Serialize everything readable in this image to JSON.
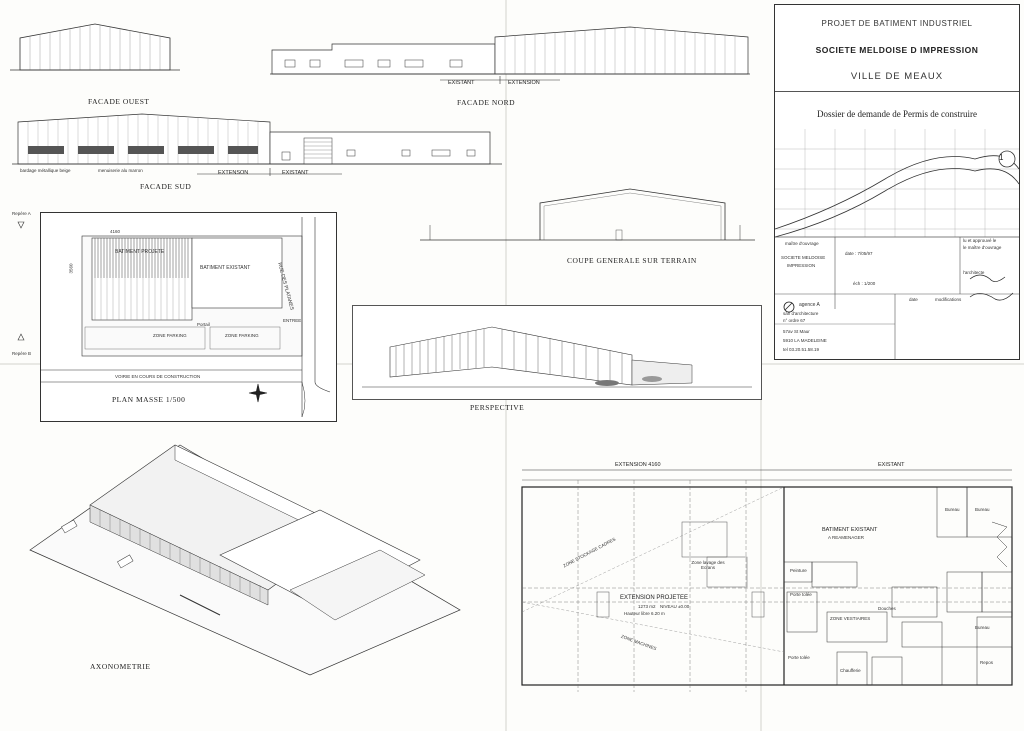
{
  "title_block": {
    "project": "PROJET DE BATIMENT INDUSTRIEL",
    "company": "SOCIETE MELDOISE D IMPRESSION",
    "city": "VILLE DE MEAUX",
    "dossier": "Dossier de demande de Permis de construire",
    "sheet_number": "1",
    "owner_label": "maître d'ouvrage",
    "owner_name_1": "SOCIETE MELDOISE",
    "owner_name_2": "IMPRESSION",
    "date": "date : 7/05/97",
    "scale": "éch : 1/200",
    "approval": "lu et approuvé le",
    "approval_2": "le maître d'ouvrage",
    "architect_sig": "l'architecte",
    "rev_date": "date",
    "rev_mod": "modifications",
    "agency": "agence A",
    "agency_sub": "sarl d'architecture",
    "agency_order": "n° ordre 67",
    "address_1": "57av St Maur",
    "address_2": "5910 LA MADELEINE",
    "phone": "tel 03.20.51.58.19"
  },
  "drawings": {
    "facade_ouest": "FACADE OUEST",
    "facade_nord": "FACADE NORD",
    "facade_sud": "FACADE SUD",
    "coupe": "COUPE GENERALE SUR TERRAIN",
    "plan_masse": "PLAN MASSE 1/500",
    "perspective": "PERSPECTIVE",
    "axonometrie": "AXONOMETRIE"
  },
  "labels": {
    "existant": "EXISTANT",
    "extension": "EXTENSION",
    "extenson": "EXTENSON",
    "bardage": "bardage métallique beige",
    "menuiserie": "menuiserie alu marron",
    "batiment_projete": "BATIMENT PROJETE",
    "batiment_existant": "BATIMENT EXISTANT",
    "rue": "RUE DES PLATANES",
    "voirie": "VOIRIE EN COURS DE CONSTRUCTION",
    "zone_parking_1": "ZONE PARKING",
    "zone_parking_2": "ZONE PARKING",
    "entree": "ENTREE",
    "portail": "Portail",
    "repere_a": "Repère A",
    "repere_b": "Repère B",
    "dim_4160": "4160",
    "dim_3560": "3560"
  },
  "floor_plan": {
    "extension_dim": "EXTENSION 4160",
    "existant_dim": "EXISTANT",
    "extension_projetee": "EXTENSION PROJETEE",
    "extension_area": "1273 m2",
    "extension_niveau": "NIVEAU ±0.00",
    "hauteur": "Hauteur libre 6.20 m",
    "batiment_existant": "BATIMENT EXISTANT",
    "reamenager": "A REAMENAGER",
    "zone_lavage": "Zone lavage des Ecrans",
    "zone_stockage": "ZONE STOCKAGE CADRES",
    "zone_machines": "ZONE MACHINES",
    "peinture": "Peinture",
    "bureau_1": "Bureau",
    "bureau_2": "Bureau",
    "bureau_3": "Bureau",
    "repos": "Repos",
    "douches": "Douches",
    "vestiaires": "ZONE VESTIAIRES",
    "porte_1": "Porte tolée",
    "porte_2": "Porte tolée",
    "chaufferie": "Chaufferie"
  }
}
